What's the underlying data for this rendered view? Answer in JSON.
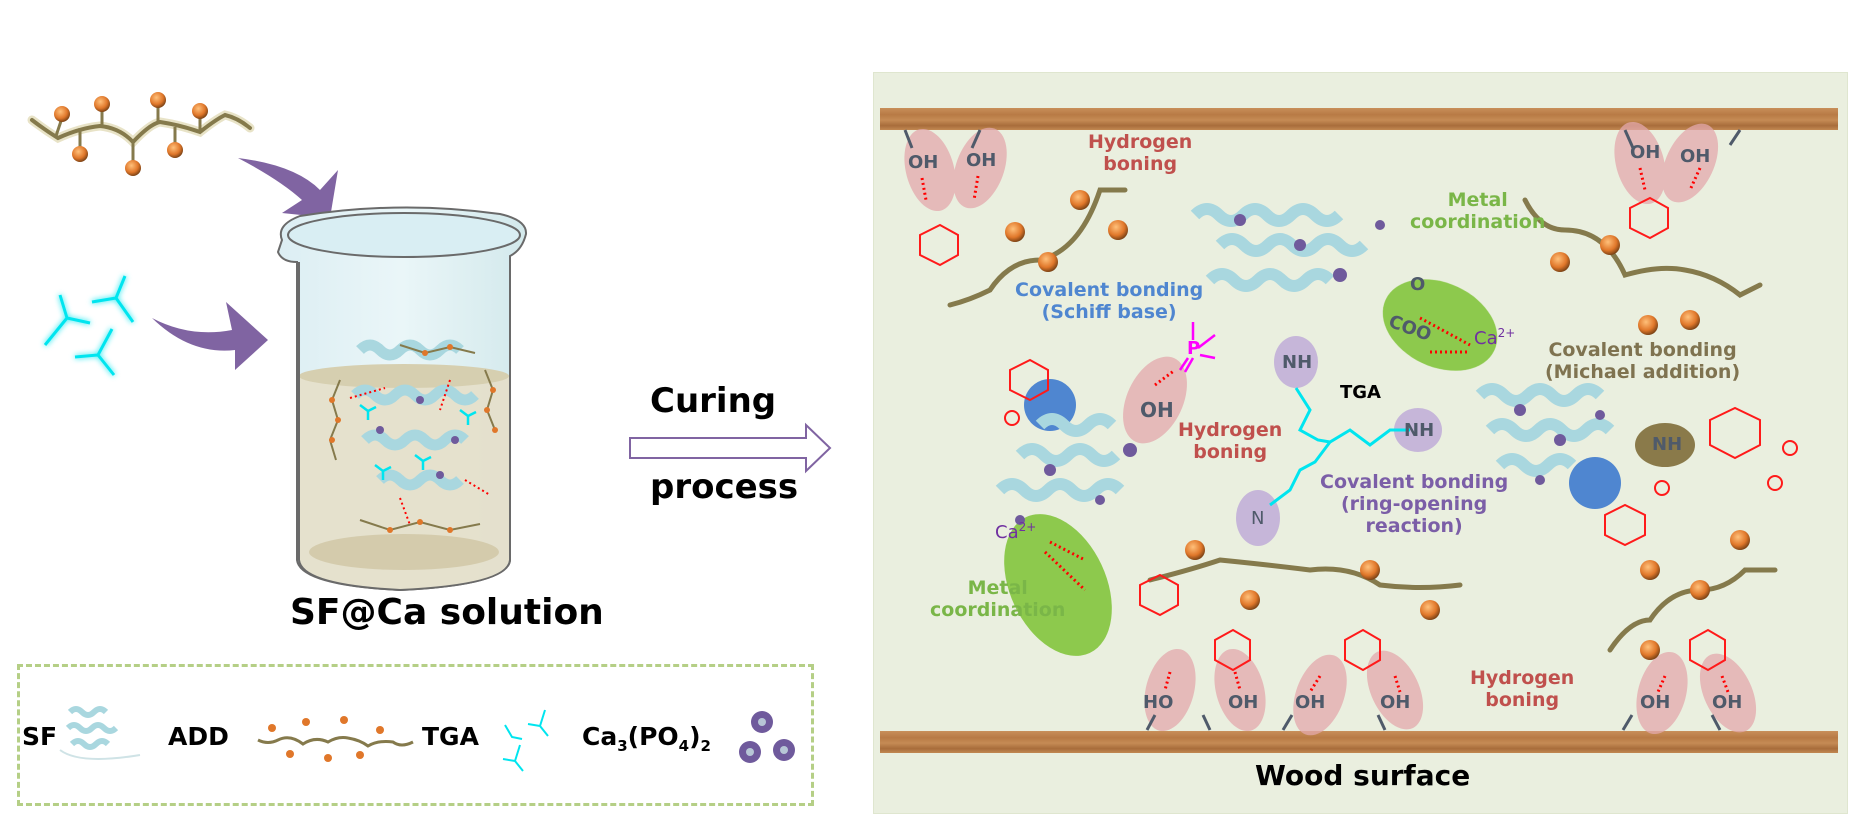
{
  "left_panel": {
    "beaker_label": "SF@Ca solution",
    "arrow_label_top": "Curing",
    "arrow_label_bottom": "process"
  },
  "legend": {
    "items": [
      {
        "label": "SF",
        "icon": "silk-fibroin-protein-icon"
      },
      {
        "label": "ADD",
        "icon": "add-polymer-chain-icon"
      },
      {
        "label": "TGA",
        "icon": "tga-crosslinker-icon"
      },
      {
        "label_main": "Ca",
        "sub1": "3",
        "label_mid": "(PO",
        "sub2": "4",
        "label_end": ")",
        "sub3": "2",
        "icon": "calcium-phosphate-cluster-icon"
      }
    ]
  },
  "right_panel": {
    "surface_label": "Wood surface",
    "interactions": {
      "hbond_top_left": [
        "Hydrogen",
        "boning"
      ],
      "schiff": [
        "Covalent bonding",
        "(Schiff base)"
      ],
      "metal_top": [
        "Metal",
        "coordination"
      ],
      "michael": [
        "Covalent bonding",
        "(Michael addition)"
      ],
      "hbond_center": [
        "Hydrogen",
        "boning"
      ],
      "ring_opening": [
        "Covalent bonding",
        "(ring-opening",
        "reaction)"
      ],
      "metal_bottom": [
        "Metal",
        "coordination"
      ],
      "hbond_bottom": [
        "Hydrogen",
        "boning"
      ]
    },
    "chem_labels": {
      "tga": "TGA",
      "oh": "OH",
      "ho": "HO",
      "nh": "NH",
      "n": "N",
      "o": "O",
      "coo": "COO",
      "ca": "Ca",
      "ca_charge": "2+",
      "p": "P"
    },
    "colors": {
      "hbond": "#c0504d",
      "schiff": "#4f86d0",
      "metal": "#7ab648",
      "michael": "#7f7350",
      "ring_opening": "#7b5ea7",
      "panel_bg": "#eaefdf",
      "wood": "#bf8550"
    }
  }
}
